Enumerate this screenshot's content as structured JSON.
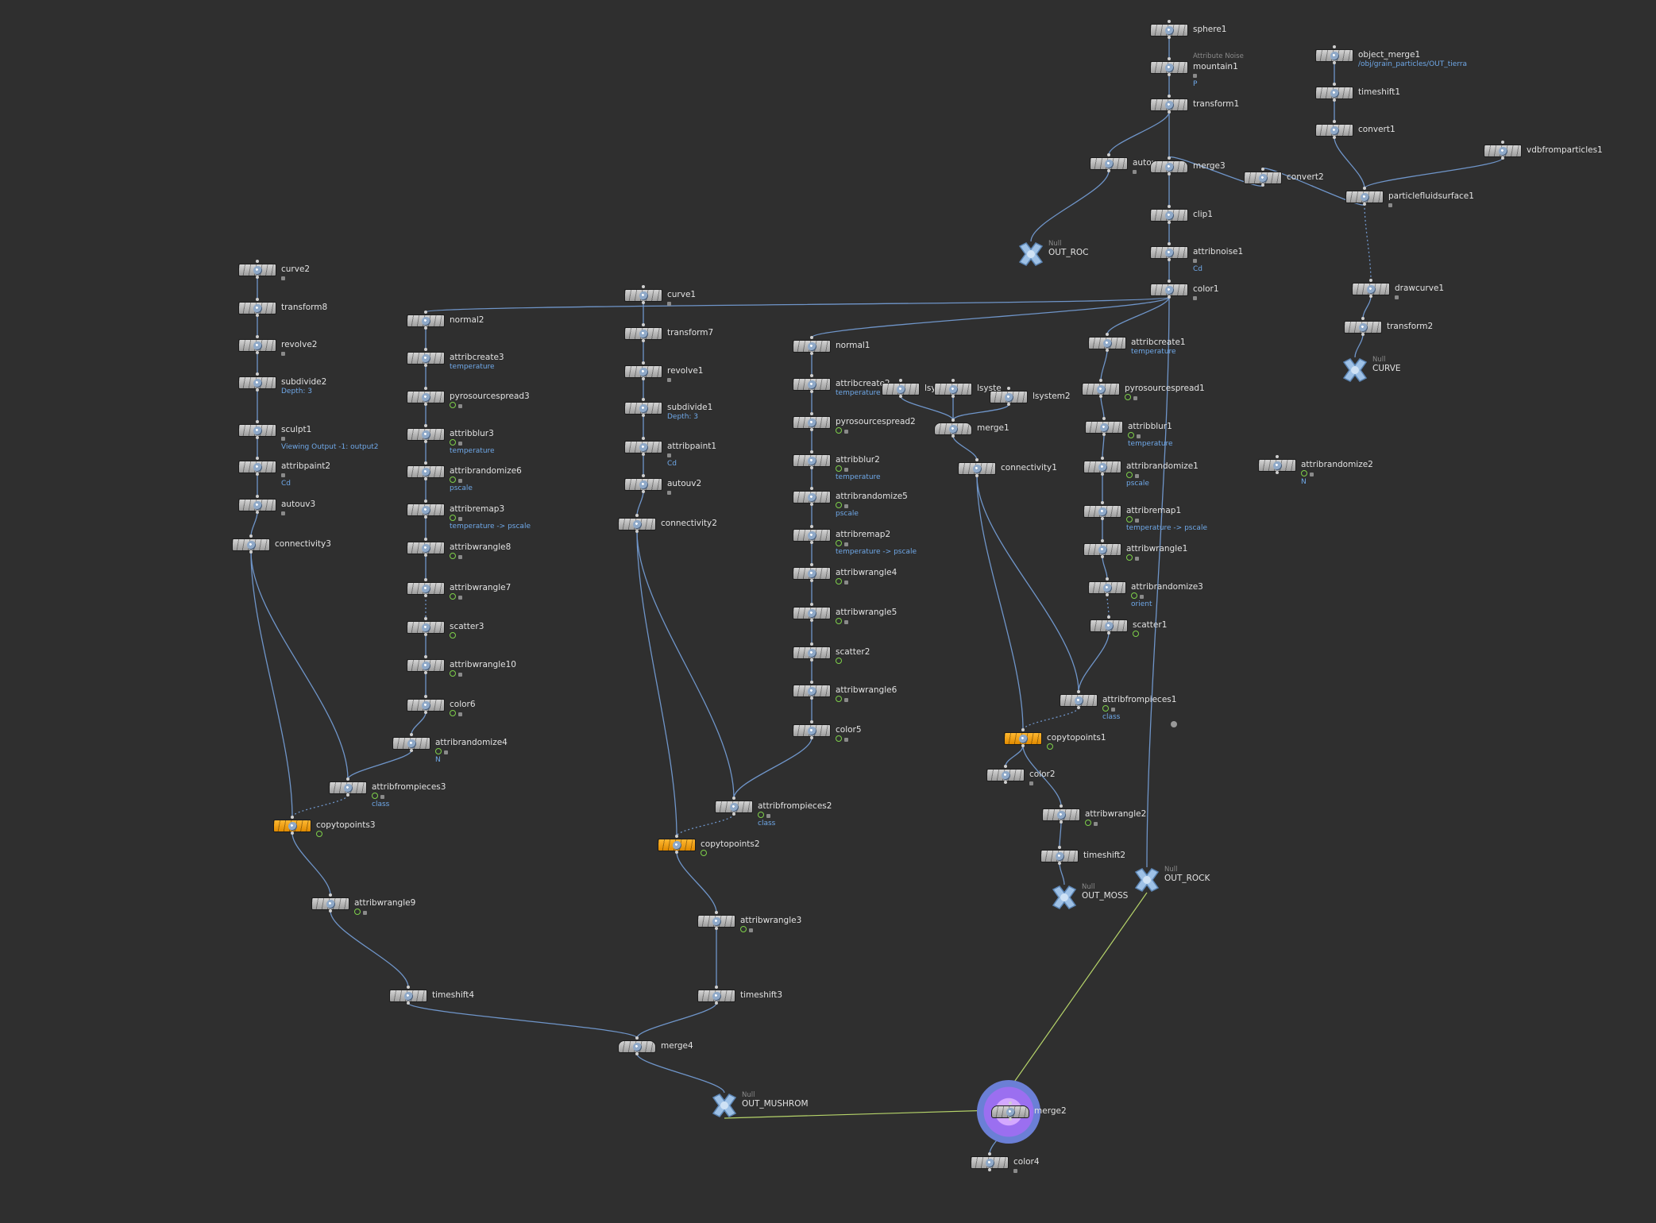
{
  "colors": {
    "background": "#2f2f2f",
    "wire": "#6f95c9",
    "display_wire": "#b6d46a",
    "node": "#c8c8c8",
    "copy_node": "#f3a200",
    "sub_text": "#6fa8e8"
  },
  "nodes": {
    "sphere1": {
      "label": "sphere1",
      "flags": []
    },
    "mountain1": {
      "label": "mountain1",
      "head": "Attribute Noise",
      "sub": "P",
      "flags": [
        "lock"
      ]
    },
    "transform1": {
      "label": "transform1",
      "flags": []
    },
    "autouv": {
      "label": "autou",
      "flags": [
        "lock"
      ]
    },
    "merge3": {
      "label": "merge3",
      "flags": []
    },
    "clip1": {
      "label": "clip1",
      "flags": []
    },
    "attribnoise1": {
      "label": "attribnoise1",
      "sub": "Cd",
      "flags": [
        "lock"
      ]
    },
    "color1": {
      "label": "color1",
      "flags": [
        "lock"
      ]
    },
    "object_merge1": {
      "label": "object_merge1",
      "sub": "/obj/grain_particles/OUT_tierra",
      "flags": []
    },
    "timeshift1": {
      "label": "timeshift1",
      "flags": []
    },
    "convert1": {
      "label": "convert1",
      "flags": []
    },
    "vdbfromparticles1": {
      "label": "vdbfromparticles1",
      "flags": []
    },
    "convert2": {
      "label": "convert2",
      "flags": []
    },
    "particlefluidsurface1": {
      "label": "particlefluidsurface1",
      "flags": [
        "lock"
      ]
    },
    "drawcurve1": {
      "label": "drawcurve1",
      "flags": [
        "lock"
      ]
    },
    "transform2": {
      "label": "transform2",
      "flags": []
    },
    "curve2": {
      "label": "curve2",
      "flags": [
        "lock"
      ]
    },
    "transform8": {
      "label": "transform8",
      "flags": []
    },
    "revolve2": {
      "label": "revolve2",
      "flags": [
        "lock"
      ]
    },
    "subdivide2": {
      "label": "subdivide2",
      "sub": "Depth: 3",
      "flags": []
    },
    "sculpt1": {
      "label": "sculpt1",
      "sub": "Viewing Output -1: output2",
      "flags": [
        "lock"
      ]
    },
    "attribpaint2": {
      "label": "attribpaint2",
      "sub": "Cd",
      "flags": [
        "lock"
      ]
    },
    "autouv3": {
      "label": "autouv3",
      "flags": [
        "lock"
      ]
    },
    "connectivity3": {
      "label": "connectivity3",
      "flags": []
    },
    "normal2": {
      "label": "normal2",
      "flags": []
    },
    "attribcreate3": {
      "label": "attribcreate3",
      "sub": "temperature",
      "flags": []
    },
    "pyrosourcespread3": {
      "label": "pyrosourcespread3",
      "flags": [
        "ring",
        "lock"
      ]
    },
    "attribblur3": {
      "label": "attribblur3",
      "sub": "temperature",
      "flags": [
        "ring",
        "lock"
      ]
    },
    "attribrandomize6": {
      "label": "attribrandomize6",
      "sub": "pscale",
      "flags": [
        "ring",
        "lock"
      ]
    },
    "attribremap3": {
      "label": "attribremap3",
      "sub": "temperature -> pscale",
      "flags": [
        "ring",
        "lock"
      ]
    },
    "attribwrangle8": {
      "label": "attribwrangle8",
      "flags": [
        "ring",
        "lock"
      ]
    },
    "attribwrangle7": {
      "label": "attribwrangle7",
      "flags": [
        "ring",
        "lock"
      ]
    },
    "scatter3": {
      "label": "scatter3",
      "flags": [
        "ring"
      ]
    },
    "attribwrangle10": {
      "label": "attribwrangle10",
      "flags": [
        "ring",
        "lock"
      ]
    },
    "color6": {
      "label": "color6",
      "flags": [
        "ring",
        "lock"
      ]
    },
    "attribrandomize4": {
      "label": "attribrandomize4",
      "sub": "N",
      "flags": [
        "ring",
        "lock"
      ]
    },
    "attribfrompieces3": {
      "label": "attribfrompieces3",
      "sub": "class",
      "flags": [
        "ring",
        "lock"
      ]
    },
    "copytopoints3": {
      "label": "copytopoints3",
      "flags": [
        "ring"
      ]
    },
    "attribwrangle9": {
      "label": "attribwrangle9",
      "flags": [
        "ring",
        "lock"
      ]
    },
    "timeshift4": {
      "label": "timeshift4",
      "flags": []
    },
    "curve1": {
      "label": "curve1",
      "flags": [
        "lock"
      ]
    },
    "transform7": {
      "label": "transform7",
      "flags": []
    },
    "revolve1": {
      "label": "revolve1",
      "flags": [
        "lock"
      ]
    },
    "subdivide1": {
      "label": "subdivide1",
      "sub": "Depth: 3",
      "flags": []
    },
    "attribpaint1": {
      "label": "attribpaint1",
      "sub": "Cd",
      "flags": [
        "lock"
      ]
    },
    "autouv2": {
      "label": "autouv2",
      "flags": [
        "lock"
      ]
    },
    "connectivity2": {
      "label": "connectivity2",
      "flags": []
    },
    "copytopoints2": {
      "label": "copytopoints2",
      "flags": [
        "ring"
      ]
    },
    "attribwrangle3": {
      "label": "attribwrangle3",
      "flags": [
        "ring",
        "lock"
      ]
    },
    "timeshift3": {
      "label": "timeshift3",
      "flags": []
    },
    "merge4": {
      "label": "merge4",
      "flags": []
    },
    "normal1": {
      "label": "normal1",
      "flags": []
    },
    "attribcreate2": {
      "label": "attribcreate2",
      "sub": "temperature",
      "flags": []
    },
    "pyrosourcespread2": {
      "label": "pyrosourcespread2",
      "flags": [
        "ring",
        "lock"
      ]
    },
    "attribblur2": {
      "label": "attribblur2",
      "sub": "temperature",
      "flags": [
        "ring",
        "lock"
      ]
    },
    "attribrandomize5": {
      "label": "attribrandomize5",
      "sub": "pscale",
      "flags": [
        "ring",
        "lock"
      ]
    },
    "attribremap2": {
      "label": "attribremap2",
      "sub": "temperature -> pscale",
      "flags": [
        "ring",
        "lock"
      ]
    },
    "attribwrangle4": {
      "label": "attribwrangle4",
      "flags": [
        "ring",
        "lock"
      ]
    },
    "attribwrangle5": {
      "label": "attribwrangle5",
      "flags": [
        "ring",
        "lock"
      ]
    },
    "scatter2": {
      "label": "scatter2",
      "flags": [
        "ring"
      ]
    },
    "attribwrangle6": {
      "label": "attribwrangle6",
      "flags": [
        "ring",
        "lock"
      ]
    },
    "color5": {
      "label": "color5",
      "flags": [
        "ring",
        "lock"
      ]
    },
    "attribfrompieces2": {
      "label": "attribfrompieces2",
      "sub": "class",
      "flags": [
        "ring",
        "lock"
      ]
    },
    "lsy": {
      "label": "lsy",
      "flags": []
    },
    "lsystem_mid": {
      "label": "lsyste",
      "flags": []
    },
    "lsystem2": {
      "label": "lsystem2",
      "flags": []
    },
    "merge1": {
      "label": "merge1",
      "flags": []
    },
    "connectivity1": {
      "label": "connectivity1",
      "flags": []
    },
    "copytopoints1": {
      "label": "copytopoints1",
      "flags": [
        "ring"
      ]
    },
    "color2": {
      "label": "color2",
      "flags": [
        "lock"
      ]
    },
    "attribwrangle2": {
      "label": "attribwrangle2",
      "flags": [
        "ring",
        "lock"
      ]
    },
    "timeshift2": {
      "label": "timeshift2",
      "flags": []
    },
    "attribcreate1": {
      "label": "attribcreate1",
      "sub": "temperature",
      "flags": []
    },
    "pyrosourcespread1": {
      "label": "pyrosourcespread1",
      "flags": [
        "ring",
        "lock"
      ]
    },
    "attribblur1": {
      "label": "attribblur1",
      "sub": "temperature",
      "flags": [
        "ring",
        "lock"
      ]
    },
    "attribrandomize1": {
      "label": "attribrandomize1",
      "sub": "pscale",
      "flags": [
        "ring",
        "lock"
      ]
    },
    "attribremap1": {
      "label": "attribremap1",
      "sub": "temperature -> pscale",
      "flags": [
        "ring",
        "lock"
      ]
    },
    "attribwrangle1": {
      "label": "attribwrangle1",
      "flags": [
        "ring",
        "lock"
      ]
    },
    "attribrandomize3": {
      "label": "attribrandomize3",
      "sub": "orient",
      "flags": [
        "ring",
        "lock"
      ]
    },
    "scatter1": {
      "label": "scatter1",
      "flags": [
        "ring"
      ]
    },
    "attribfrompieces1": {
      "label": "attribfrompieces1",
      "sub": "class",
      "flags": [
        "ring",
        "lock"
      ]
    },
    "attribrandomize2": {
      "label": "attribrandomize2",
      "sub": "N",
      "flags": [
        "ring",
        "lock"
      ]
    },
    "merge2": {
      "label": "merge2",
      "flags": []
    },
    "color4": {
      "label": "color4",
      "flags": [
        "lock"
      ]
    }
  },
  "nulls": {
    "OUT_ROC": {
      "tag": "Null",
      "label": "OUT_ROC"
    },
    "CURVE": {
      "tag": "Null",
      "label": "CURVE"
    },
    "OUT_MOSS": {
      "tag": "Null",
      "label": "OUT_MOSS"
    },
    "OUT_ROCK": {
      "tag": "Null",
      "label": "OUT_ROCK"
    },
    "OUT_MUSHROM": {
      "tag": "Null",
      "label": "OUT_MUSHROM"
    }
  }
}
